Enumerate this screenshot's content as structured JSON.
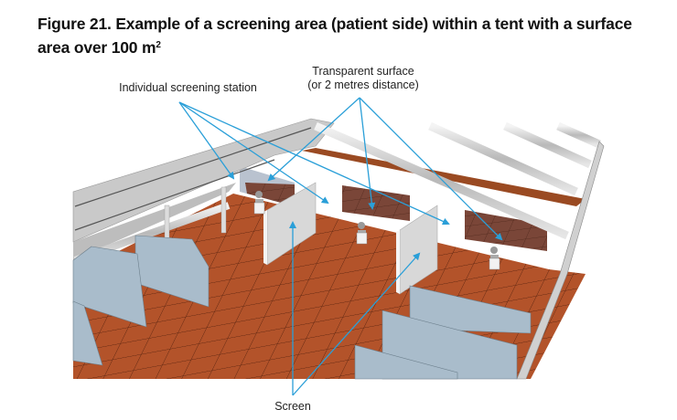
{
  "figure": {
    "title_main": "Figure 21. Example of a screening area (patient side) within a tent with a surface area over 100 m",
    "title_superscript": "2",
    "labels": {
      "individual_screening_station": "Individual screening station",
      "transparent_surface_line1": "Transparent surface",
      "transparent_surface_line2": "(or 2 metres distance)",
      "screen": "Screen"
    },
    "colors": {
      "annotation_arrow": "#2a9fd8",
      "floor": "#b5552a",
      "floor_grid": "#5a2410",
      "screen_panel": "#a9bccb",
      "frame": "#c8c8c8",
      "window_table_area": "#7a4638"
    }
  }
}
